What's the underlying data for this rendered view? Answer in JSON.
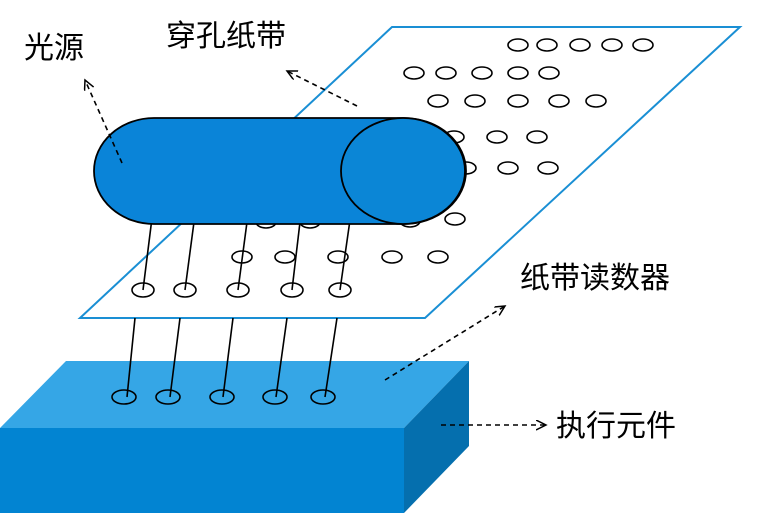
{
  "labels": {
    "light_source": "光源",
    "punched_tape": "穿孔纸带",
    "tape_reader": "纸带读数器",
    "actuator": "执行元件"
  },
  "colors": {
    "cylinder_fill": "#0a84d8",
    "cylinder_end_fill": "#0b86d6",
    "box_top": "#35a6e6",
    "box_front": "#0284d2",
    "box_side": "#056fae",
    "tape_border": "#1a8fd4",
    "hole_stroke": "#000000"
  },
  "icons": {
    "arrow": "dashed-arrow"
  }
}
